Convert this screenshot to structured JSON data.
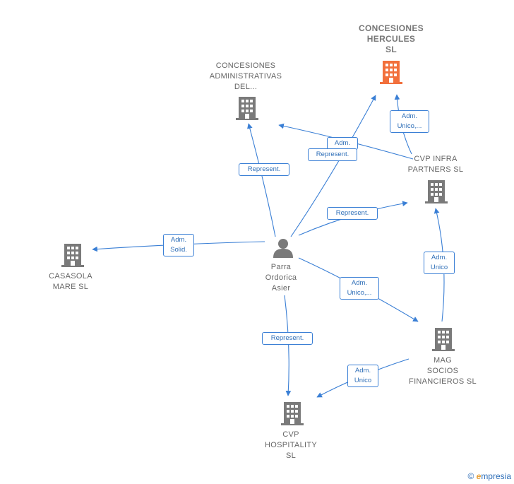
{
  "colors": {
    "edge": "#3a7fd5",
    "building": "#7a7a7a",
    "highlight": "#f2703c",
    "person": "#7a7a7a"
  },
  "nodes": {
    "hercules": {
      "label": "CONCESIONES\nHERCULES\nSL",
      "icon": "building-icon"
    },
    "administrativas": {
      "label": "CONCESIONES\nADMINISTRATIVAS\nDEL...",
      "icon": "building-icon"
    },
    "cvp_infra": {
      "label": "CVP INFRA\nPARTNERS SL",
      "icon": "building-icon"
    },
    "casasola": {
      "label": "CASASOLA\nMARE SL",
      "icon": "building-icon"
    },
    "person": {
      "label": "Parra\nOrdorica\nAsier",
      "icon": "person-icon"
    },
    "mag": {
      "label": "MAG\nSOCIOS\nFINANCIEROS SL",
      "icon": "building-icon"
    },
    "cvp_hospitality": {
      "label": "CVP\nHOSPITALITY\nSL",
      "icon": "building-icon"
    }
  },
  "edge_labels": {
    "person_administrativas": "Represent.",
    "cvp_infra_administrativas": "Adm.",
    "person_hercules": "Represent.",
    "cvp_infra_hercules": "Adm.\nUnico,...",
    "person_cvp_infra": "Represent.",
    "person_casasola": "Adm.\nSolid.",
    "mag_cvp_infra": "Adm.\nUnico",
    "person_mag": "Adm.\nUnico,...",
    "person_cvp_hospitality": "Represent.",
    "mag_cvp_hospitality": "Adm.\nUnico"
  },
  "footer": {
    "copyright": "©",
    "brand_first": "e",
    "brand_rest": "mpresia"
  }
}
